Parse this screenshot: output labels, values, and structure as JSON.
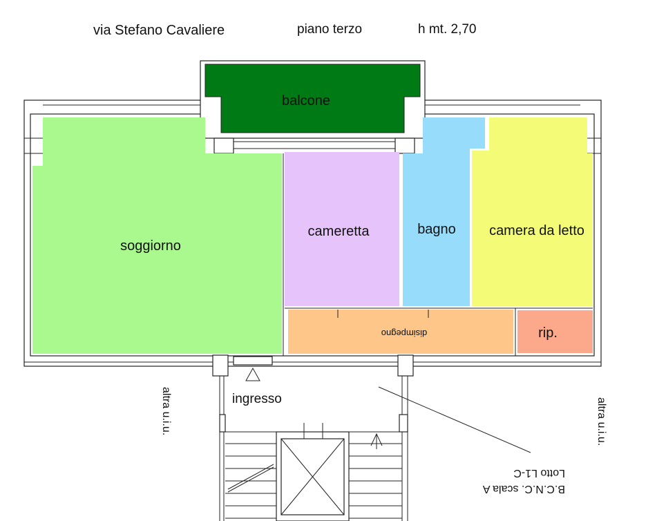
{
  "header": {
    "address": "via Stefano Cavaliere",
    "floor": "piano terzo",
    "height": "h mt. 2,70"
  },
  "rooms": {
    "balcone": {
      "label": "balcone",
      "color": "#007a14"
    },
    "soggiorno": {
      "label": "soggiorno",
      "color": "#a9f98f"
    },
    "cameretta": {
      "label": "cameretta",
      "color": "#e6c4fb"
    },
    "bagno": {
      "label": "bagno",
      "color": "#98dcfb"
    },
    "camera": {
      "label": "camera da letto",
      "color": "#f3fb77"
    },
    "disimpegno": {
      "label": "disimpegno",
      "color": "#fec688"
    },
    "ripostiglio": {
      "label": "rip.",
      "color": "#fba98a"
    }
  },
  "annotations": {
    "entrance": "ingresso",
    "other_unit_left": "altra u.i.u.",
    "other_unit_right": "altra u.i.u.",
    "lot_line1": "Lotto L1-C",
    "lot_line2": "B.C.N.C. scala A"
  }
}
